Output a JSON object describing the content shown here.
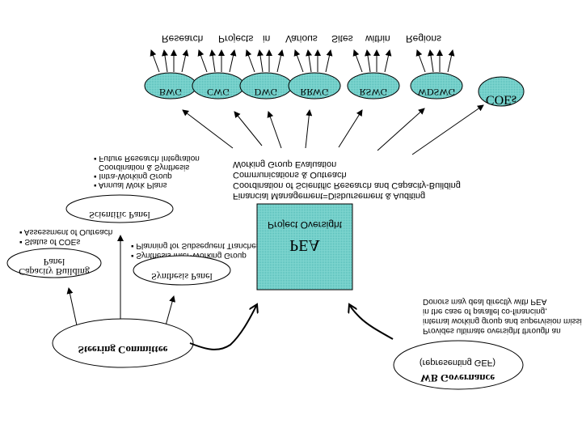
{
  "orientation": "vertically-flipped",
  "colors": {
    "teal_fill": "#66cccc",
    "stroke": "#000000",
    "background": "#ffffff"
  },
  "top_caption": [
    "Research",
    "Projects",
    "in",
    "Various",
    "Sites",
    "within",
    "Regions"
  ],
  "working_groups": [
    {
      "label": "BWG"
    },
    {
      "label": "CWG"
    },
    {
      "label": "DWG"
    },
    {
      "label": "RRWG"
    },
    {
      "label": "RSWG"
    },
    {
      "label": "WDSWG"
    },
    {
      "label": "COEs"
    }
  ],
  "pea": {
    "title": "PEA",
    "subtitle": "Project Oversight"
  },
  "pea_functions": [
    "Working Group Evaluation",
    "Communications & Outreach",
    "Coordination of Scientific Research and Capacity-Building",
    "Financial Management=Disbursement & Auditing"
  ],
  "scientific_panel": {
    "label": "Scientific Panel",
    "bullets": [
      "Future Research Integration",
      "Coordination & Synthesis",
      "Intra-Working Group",
      "Annual Work Plans"
    ],
    "bullet_marks": [
      true,
      false,
      true,
      true
    ]
  },
  "capacity_panel": {
    "label_line1": "Capacity Building",
    "label_line2": "Panel",
    "bullets": [
      "Assessment of Outreach",
      "Status of COEs"
    ]
  },
  "synthesis_panel": {
    "label": "Synthesis Panel",
    "bullets": [
      "Planning for Subsequent Tranches",
      "Synthesis Inter-Working Group"
    ]
  },
  "steering_committee": {
    "label": "Steering Committee"
  },
  "wb_governance": {
    "label_line1": "WB Governance",
    "label_line2": "(representing GEF)",
    "notes": [
      "Donors may deal directly with PEA",
      "in the case of parallel co-financing,",
      "internal working group and supervision missions",
      "Provides ultimate oversight through an"
    ]
  }
}
